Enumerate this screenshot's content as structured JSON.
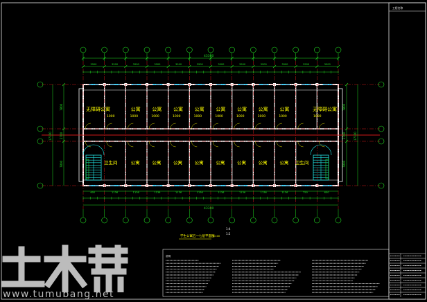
{
  "drawing": {
    "title_block_header": "工程名称",
    "plan_title": "学生公寓五～七层平面图",
    "plan_scale": "1:100",
    "total_dimension_top": "43300",
    "total_dimension_bottom": "43300",
    "depth_dimension": "17100",
    "upper_bay_widths": [
      "3900",
      "3900",
      "3900",
      "3900",
      "3900",
      "3900",
      "3900",
      "3900",
      "3900",
      "3900",
      "3900",
      "3900"
    ],
    "lower_bay_widths": [
      "600",
      "1136",
      "1136",
      "1136",
      "1136",
      "1136",
      "1136",
      "1136",
      "1136",
      "1136",
      "750",
      "600"
    ],
    "room_labels_upper": [
      "无障碍公寓",
      "公寓",
      "公寓",
      "公寓",
      "公寓",
      "公寓",
      "公寓",
      "公寓",
      "公寓",
      "无障碍公寓"
    ],
    "room_area_upper": [
      "1000",
      "1000",
      "1000",
      "1000",
      "1000",
      "1000",
      "1000",
      "1000",
      "1000",
      "1000"
    ],
    "room_labels_lower": [
      "卫生间",
      "公寓",
      "公寓",
      "公寓",
      "公寓",
      "公寓",
      "公寓",
      "公寓",
      "公寓",
      "卫生间"
    ],
    "left_side_dims": [
      "7800",
      "2700",
      "7800"
    ],
    "right_side_dims": [
      "7800",
      "2700",
      "7800"
    ],
    "side_overall": "17100",
    "stair_legend_a": "1:4",
    "stair_legend_b": "1:2",
    "notes_header": "说明"
  },
  "watermark": {
    "url": "www.tumubang.net"
  },
  "colors": {
    "wall": "#ffffff",
    "axis": "#d01818",
    "dimension": "#22e022",
    "text": "#ffff00",
    "stair": "#22e8e8",
    "window": "#3ad6ff",
    "frame": "#e6e6e6"
  }
}
